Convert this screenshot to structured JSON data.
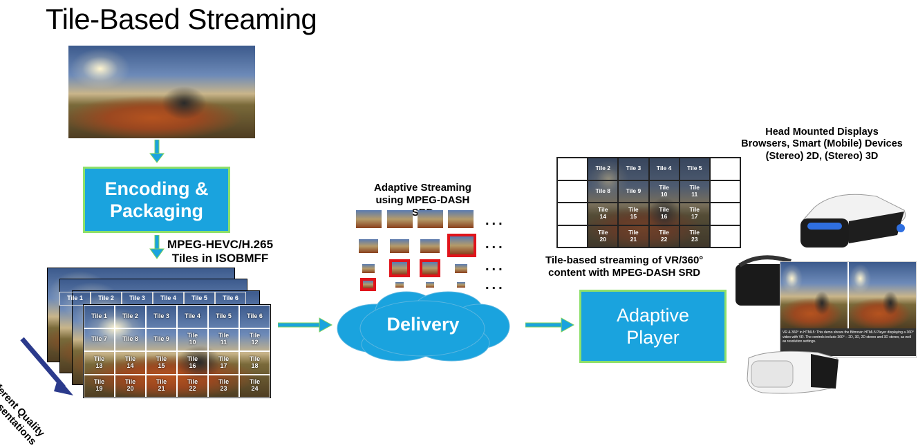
{
  "title": "Tile-Based Streaming",
  "encoding_box": "Encoding &\nPackaging",
  "mpeg_label": "MPEG-HEVC/H.265\nTiles in ISOBMFF",
  "quality_label": "Different Quality\nRepresentations",
  "tile_labels_front": [
    "Tile 1",
    "Tile 2",
    "Tile 3",
    "Tile 4",
    "Tile 5",
    "Tile 6",
    "Tile 7",
    "Tile 8",
    "Tile 9",
    "Tile\n10",
    "Tile\n11",
    "Tile\n12",
    "Tile\n13",
    "Tile\n14",
    "Tile\n15",
    "Tile\n16",
    "Tile\n17",
    "Tile\n18",
    "Tile\n19",
    "Tile\n20",
    "Tile\n21",
    "Tile\n22",
    "Tile\n23",
    "Tile\n24"
  ],
  "tile_labels_back": [
    "Tile 1",
    "Tile 2",
    "Tile 3",
    "Tile 4",
    "Tile 5",
    "Tile 6"
  ],
  "adaptive_streaming_label": "Adaptive Streaming\nusing MPEG-DASH\nSRD",
  "dots": "...",
  "delivery": "Delivery",
  "srd_grid_labels": [
    "",
    "Tile 2",
    "Tile 3",
    "Tile 4",
    "Tile 5",
    "",
    "",
    "Tile 8",
    "Tile 9",
    "Tile\n10",
    "Tile\n11",
    "",
    "",
    "Tile\n14",
    "Tile\n15",
    "Tile\n16",
    "Tile\n17",
    "",
    "",
    "Tile\n20",
    "Tile\n21",
    "Tile\n22",
    "Tile\n23",
    ""
  ],
  "srd_caption": "Tile-based streaming of VR/360°\ncontent with MPEG-DASH SRD",
  "adaptive_player": "Adaptive\nPlayer",
  "devices_heading": "Head Mounted Displays\nBrowsers, Smart (Mobile) Devices\n(Stereo) 2D, (Stereo) 3D",
  "browser_caption": "VR & 360° in HTML5: This demo shows the Bitmovin HTML5 Player displaying a 360° video with VR. The controls include 360° – 2D, 3D, 2D stereo and 3D stereo, as well as resolution settings.",
  "colors": {
    "box_blue": "#1aa3de",
    "box_border": "#8ee06a",
    "arrow_blue": "#1aa3de",
    "highlight_red": "#e0141b",
    "quality_arrow": "#2b3a8c"
  }
}
